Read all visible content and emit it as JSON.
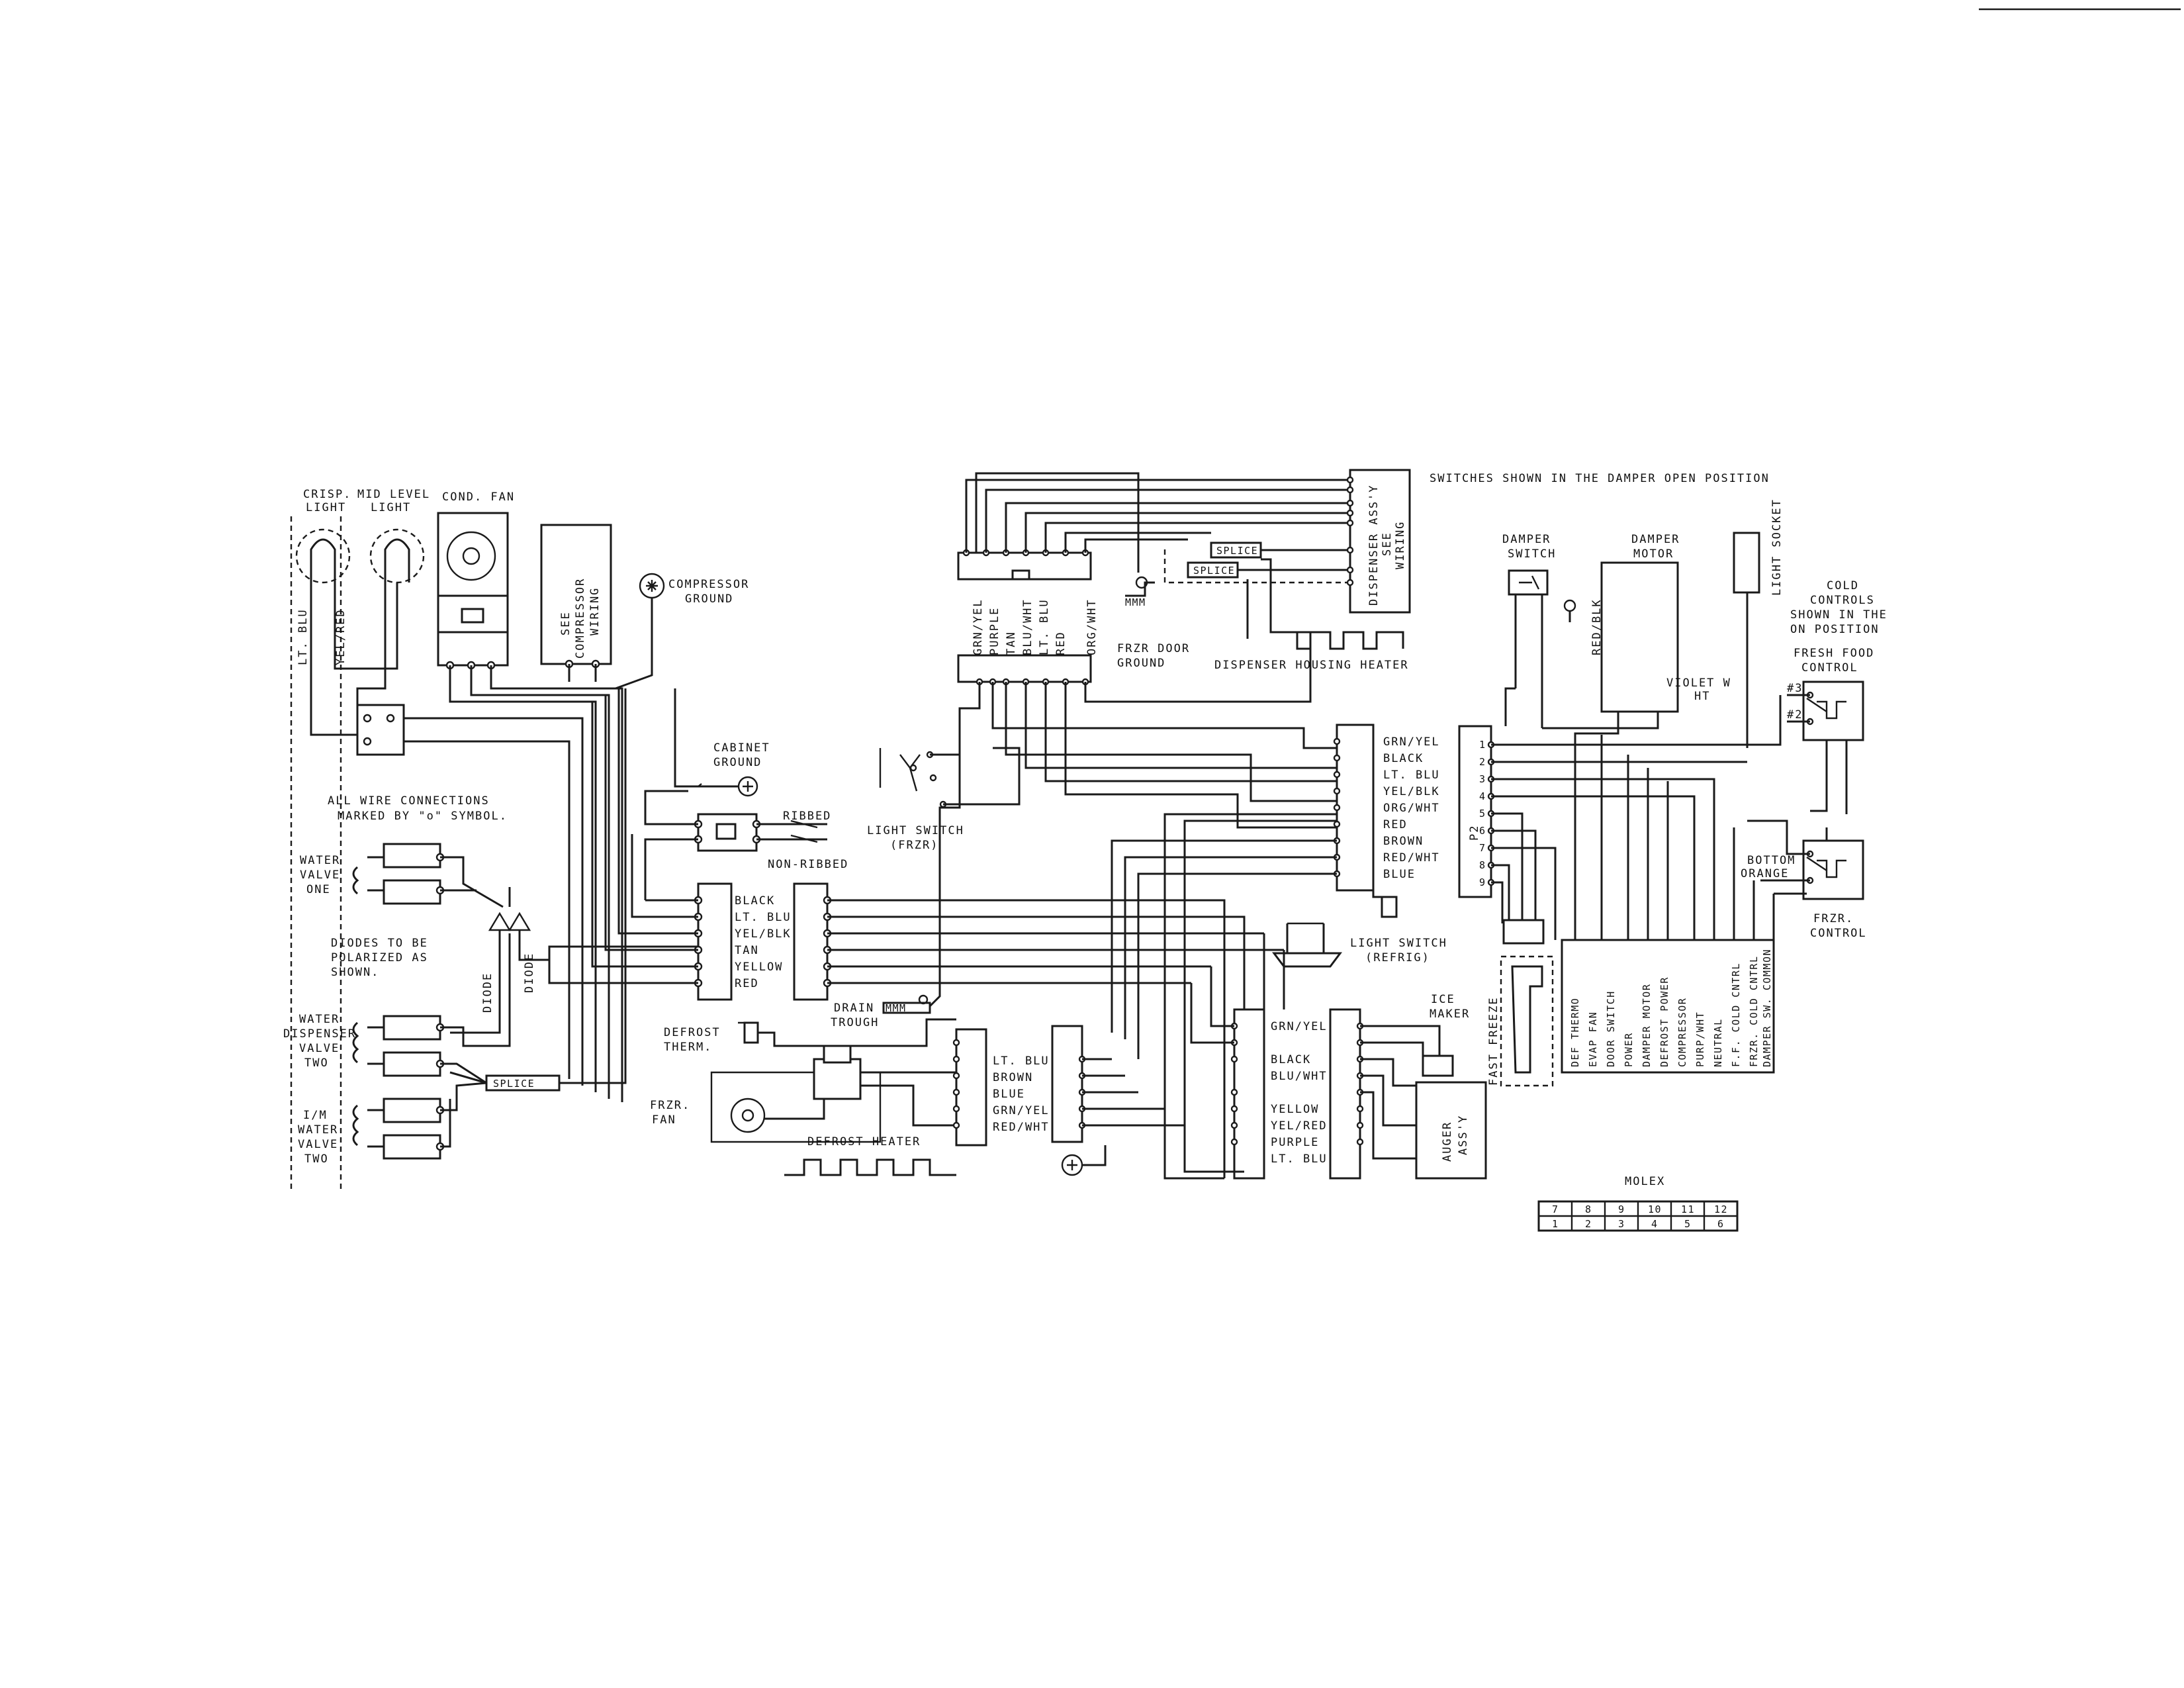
{
  "header": {
    "note": "SWITCHES SHOWN IN THE DAMPER OPEN POSITION"
  },
  "left": {
    "crisp_light": [
      "CRISP.",
      "LIGHT"
    ],
    "mid_level_light": [
      "MID LEVEL",
      "LIGHT"
    ],
    "cond_fan": "COND. FAN",
    "see_compressor_wiring": [
      "SEE",
      "COMPRESSOR",
      "WIRING"
    ],
    "compressor_ground": [
      "COMPRESSOR",
      "GROUND"
    ],
    "wire_lt_blu": "LT. BLU",
    "wire_yel_red": "YEL/RED",
    "cabinet_ground": [
      "CABINET",
      "GROUND"
    ],
    "ribbed": "RIBBED",
    "non_ribbed": "NON-RIBBED",
    "all_wire_connections": [
      "ALL WIRE CONNECTIONS",
      "MARKED BY \"o\" SYMBOL."
    ],
    "water_valve_one": [
      "WATER",
      "VALVE",
      "ONE"
    ],
    "diodes_note": [
      "DIODES TO BE",
      "POLARIZED AS",
      "SHOWN."
    ],
    "diode": "DIODE",
    "water_dispenser_valve_two": [
      "WATER",
      "DISPENSER",
      "VALVE",
      "TWO"
    ],
    "im_water_valve_two": [
      "I/M",
      "WATER",
      "VALVE",
      "TWO"
    ],
    "splice": "SPLICE",
    "connector_labels": [
      "BLACK",
      "LT. BLU",
      "YEL/BLK",
      "TAN",
      "YELLOW",
      "RED"
    ]
  },
  "center": {
    "top_wire_labels": [
      "GRN/YEL",
      "PURPLE",
      "TAN",
      "BLU/WHT",
      "LT. BLU",
      "RED",
      "ORG/WHT"
    ],
    "splice": "SPLICE",
    "frzr_door_ground": [
      "FRZR DOOR",
      "GROUND"
    ],
    "dispenser_assy_wiring": [
      "DISPENSER ASS'Y",
      "SEE",
      "WIRING"
    ],
    "dispenser_housing_heater": "DISPENSER HOUSING HEATER",
    "light_switch_frzr": [
      "LIGHT SWITCH",
      "(FRZR)"
    ],
    "right_connector_labels": [
      "GRN/YEL",
      "BLACK",
      "LT. BLU",
      "YEL/BLK",
      "ORG/WHT",
      "RED",
      "BROWN",
      "RED/WHT",
      "BLUE"
    ],
    "light_switch_refrig": [
      "LIGHT SWITCH",
      "(REFRIG)"
    ],
    "drain_trough": [
      "DRAIN",
      "TROUGH"
    ],
    "defrost_therm": [
      "DEFROST",
      "THERM."
    ],
    "frzr_fan": [
      "FRZR.",
      "FAN"
    ],
    "defrost_heater": "DEFROST HEATER",
    "fan_connector_labels": [
      "LT. BLU",
      "BROWN",
      "BLUE",
      "GRN/YEL",
      "RED/WHT"
    ],
    "ice_connector_labels": [
      "GRN/YEL",
      "BLACK",
      "BLU/WHT",
      "YELLOW",
      "YEL/RED",
      "PURPLE",
      "LT. BLU"
    ],
    "ice_maker": [
      "ICE",
      "MAKER"
    ],
    "auger_assy": [
      "AUGER",
      "ASS'Y"
    ]
  },
  "right": {
    "damper_switch": [
      "DAMPER",
      "SWITCH"
    ],
    "damper_motor": [
      "DAMPER",
      "MOTOR"
    ],
    "light_socket": "LIGHT SOCKET",
    "red_blk": "RED/BLK",
    "cold_controls": [
      "COLD",
      "CONTROLS",
      "SHOWN IN THE",
      "ON POSITION"
    ],
    "fresh_food_control": [
      "FRESH FOOD",
      "CONTROL"
    ],
    "violet_wht": [
      "VIOLET W",
      "HT"
    ],
    "terminal_3": "#3",
    "terminal_2": "#2",
    "bottom_orange": [
      "BOTTOM",
      "ORANGE"
    ],
    "frzr_control": [
      "FRZR.",
      "CONTROL"
    ],
    "p2": "P2",
    "pins": [
      "1",
      "2",
      "3",
      "4",
      "5",
      "6",
      "7",
      "8",
      "9"
    ],
    "fast_freeze": "FAST FREEZE",
    "function_labels": [
      "DEF THERMO",
      "EVAP FAN",
      "DOOR SWITCH",
      "POWER",
      "DAMPER MOTOR",
      "DEFROST POWER",
      "COMPRESSOR",
      "PURP/WHT",
      "NEUTRAL",
      "F.F. COLD CNTRL",
      "FRZR. COLD CNTRL",
      "DAMPER SW. COMMON"
    ]
  },
  "molex": {
    "title": "MOLEX",
    "top_row": [
      "7",
      "8",
      "9",
      "10",
      "11",
      "12"
    ],
    "bottom_row": [
      "1",
      "2",
      "3",
      "4",
      "5",
      "6"
    ]
  }
}
